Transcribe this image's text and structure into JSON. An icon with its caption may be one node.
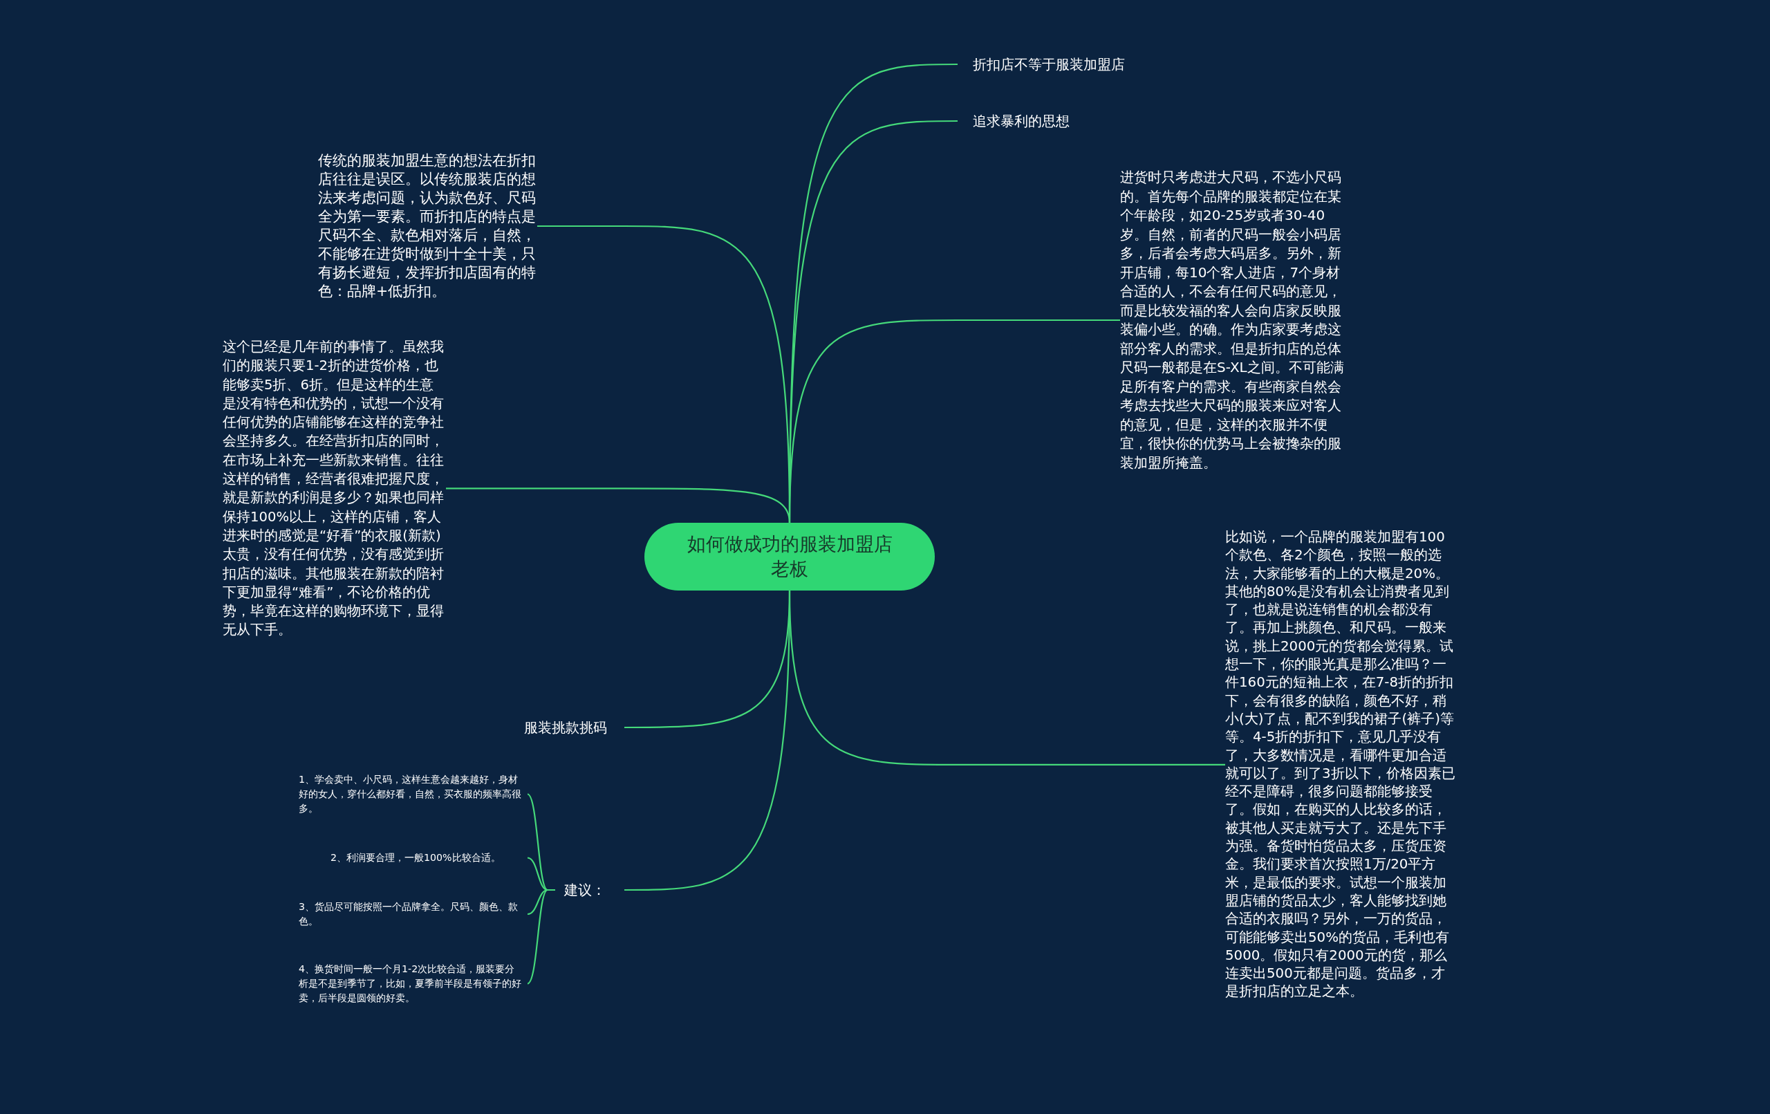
{
  "diagram": {
    "nodes": [
      {
        "text": [
          "如何做成功的服装加盟店老板"
        ]
      },
      {
        "text": [
          "折扣店不等于服装加盟店"
        ]
      },
      {
        "text": [
          "追求暴利的思想"
        ]
      },
      {
        "text": [
          "进货时只考虑进大尺码，不选小尺码的。首先每个品牌的服装都定位在某个年龄段，如20-25岁或者30-40岁。自然，前者的尺码一般会小码居多，后者会考虑大码居多。另外，新开店铺，每10个客人进店，7个身材合适的人，不会有任何尺码的意见，而是比较发福的客人会向店家反映服装偏小些。的确。作为店家要考虑这部分客人的需求。但是折扣店的总体尺码一般都是在S-XL之间。不可能满足所有客户的需求。有些商家自然会考虑去找些大尺码的服装来应对客人的意见，但是，这样的衣服并不便宜，很快你的优势马上会被搀杂的服装加盟所掩盖。"
        ]
      },
      {
        "text": [
          "比如说，一个品牌的服装加盟有100个款色、各2个颜色，按照一般的选法，大家能够看的上的大概是20%。其他的80%是没有机会让消费者见到了，也就是说连销售的机会都没有了。再加上挑颜色、和尺码。一般来说，挑上2000元的货都会觉得累。试想一下，你的眼光真是那么准吗？一件160元的短袖上衣，在7-8折的折扣下，会有很多的缺陷，颜色不好，稍小(大)了点，配不到我的裙子(裤子)等等。4-5折的折扣下，意见几乎没有了，大多数情况是，看哪件更加合适就可以了。到了3折以下，价格因素已经不是障碍，很多问题都能够接受了。假如，在购买的人比较多的话，被其他人买走就亏大了。还是先下手为强。备货时怕货品太多，压货压资金。我们要求首次按照1万/20平方米，是最低的要求。试想一个服装加盟店铺的货品太少，客人能够找到她合适的衣服吗？另外，一万的货品，可能能够卖出50%的货品，毛利也有5000。假如只有2000元的货，那么连卖出500元都是问题。货品多，才是折扣店的立足之本。"
        ]
      },
      {
        "text": [
          "传统的服装加盟生意的想法在折扣店往往是误区。以传统服装店的想法来考虑问题，认为款色好、尺码全为第一要素。而折扣店的特点是尺码不全、款色相对落后，自然，不能够在进货时做到十全十美，只有扬长避短，发挥折扣店固有的特色：品牌+低折扣。"
        ]
      },
      {
        "text": [
          "这个已经是几年前的事情了。虽然我们的服装只要1-2折的进货价格，也能够卖5折、6折。但是这样的生意是没有特色和优势的，试想一个没有任何优势的店铺能够在这样的竞争社会坚持多久。在经营折扣店的同时，在市场上补充一些新款来销售。往往这样的销售，经营者很难把握尺度，就是新款的利润是多少？如果也同样保持100%以上，这样的店铺，客人进来时的感觉是“好看”的衣服(新款)太贵，没有任何优势，没有感觉到折扣店的滋味。其他服装在新款的陪衬下更加显得“难看”，不论价格的优势，毕竟在这样的购物环境下，显得无从下手。"
        ]
      },
      {
        "text": [
          "服装挑款挑码"
        ]
      },
      {
        "text": [
          "建议："
        ]
      },
      {
        "text": [
          "1、学会卖中、小尺码，这样生意会越来越好，身材好的女人，穿什么都好看，自然，买衣服的频率高很多。"
        ]
      },
      {
        "text": [
          "2、利润要合理，一般100%比较合适。"
        ]
      },
      {
        "text": [
          "3、货品尽可能按照一个品牌拿全。尺码、颜色、款色。"
        ]
      },
      {
        "text": [
          "4、换货时间一般一个月1-2次比较合适，服装要分析是不是到季节了，比如，夏季前半段是有领子的好卖，后半段是圆领的好卖。"
        ]
      }
    ],
    "edges": [
      {
        "from": 0,
        "to": 1,
        "arrow": "none"
      },
      {
        "from": 0,
        "to": 2,
        "arrow": "none"
      },
      {
        "from": 0,
        "to": 3,
        "arrow": "none"
      },
      {
        "from": 0,
        "to": 4,
        "arrow": "none"
      },
      {
        "from": 0,
        "to": 5,
        "arrow": "none"
      },
      {
        "from": 0,
        "to": 6,
        "arrow": "none"
      },
      {
        "from": 0,
        "to": 7,
        "arrow": "none"
      },
      {
        "from": 0,
        "to": 8,
        "arrow": "none"
      },
      {
        "from": 8,
        "to": 9,
        "arrow": "none"
      },
      {
        "from": 8,
        "to": 10,
        "arrow": "none"
      },
      {
        "from": 8,
        "to": 11,
        "arrow": "none"
      },
      {
        "from": 8,
        "to": 12,
        "arrow": "none"
      }
    ]
  }
}
